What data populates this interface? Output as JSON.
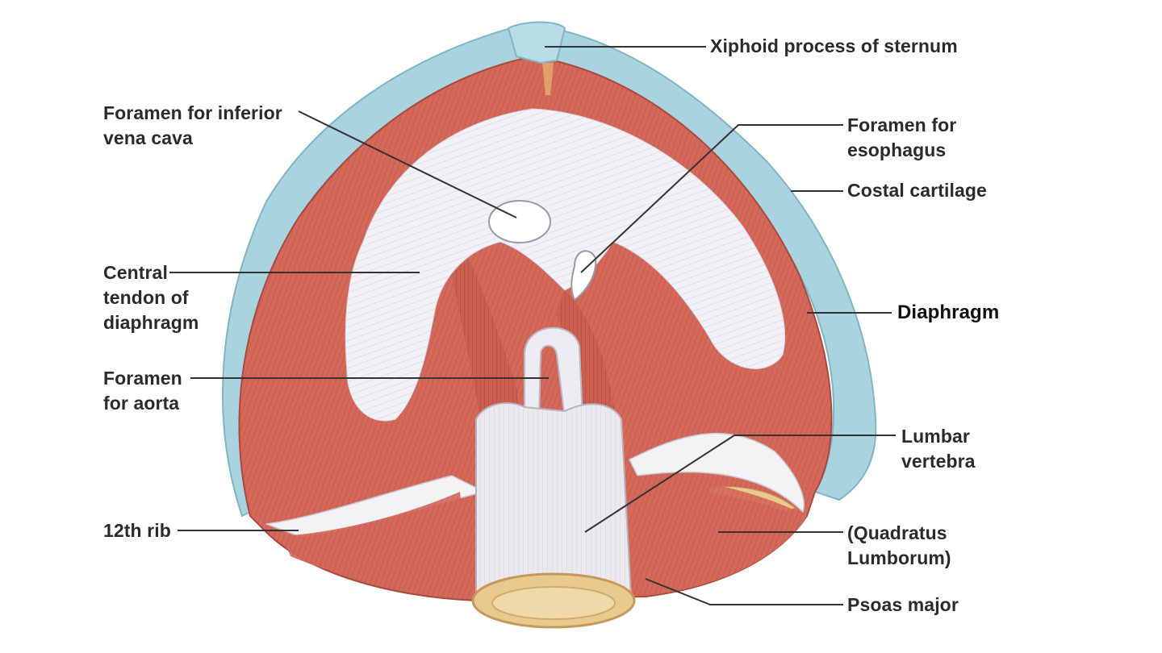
{
  "labels": {
    "xiphoid": [
      "Xiphoid process of sternum"
    ],
    "ivc": [
      "Foramen for inferior",
      "vena cava"
    ],
    "esophagus": [
      "Foramen for",
      "esophagus"
    ],
    "costal": [
      "Costal cartilage"
    ],
    "central_tendon": [
      "Central",
      "tendon of",
      "diaphragm"
    ],
    "diaphragm": [
      "Diaphragm"
    ],
    "aorta": [
      "Foramen",
      "for aorta"
    ],
    "lumbar": [
      "Lumbar",
      "vertebra"
    ],
    "rib": [
      "12th rib"
    ],
    "quadratus": [
      "(Quadratus",
      "Lumborum)"
    ],
    "psoas": [
      "Psoas major"
    ]
  },
  "colors": {
    "muscle": "#d4695a",
    "muscle_dark": "#b54a3c",
    "tendon": "#f1f1f6",
    "cartilage": "#a9d3de",
    "bone": "#e9e6ea",
    "disc": "#e8c98e",
    "leader_line": "#333333"
  }
}
